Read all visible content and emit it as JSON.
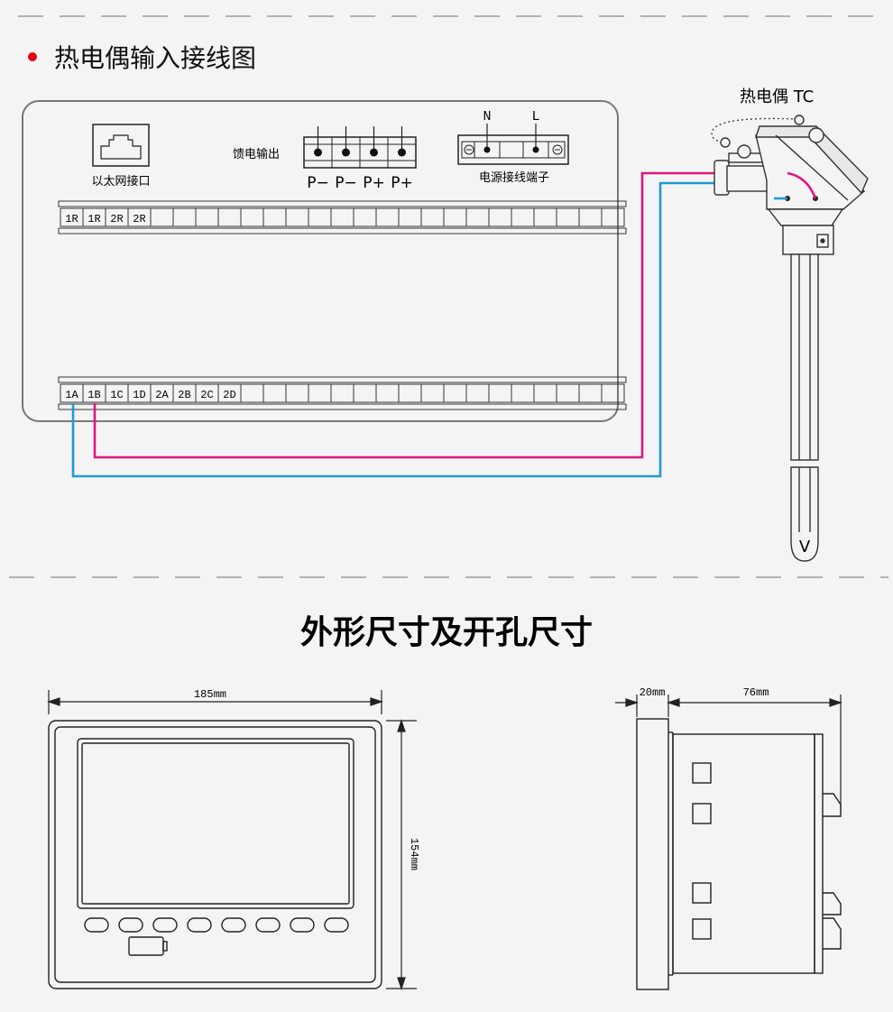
{
  "wiring_section": {
    "title": "热电偶输入接线图",
    "ethernet_label": "以太网接口",
    "feed_output_label": "馈电输出",
    "feed_terminals": [
      "P−",
      "P−",
      "P+",
      "P+"
    ],
    "power_label": "电源接线端子",
    "power_terminals": [
      "N",
      "L"
    ],
    "upper_terminals": [
      "1R",
      "1R",
      "2R",
      "2R",
      "",
      "",
      "",
      "",
      "",
      "",
      "",
      "",
      "",
      "",
      "",
      "",
      "",
      "",
      "",
      "",
      "",
      "",
      "",
      "",
      ""
    ],
    "lower_terminals": [
      "1A",
      "1B",
      "1C",
      "1D",
      "2A",
      "2B",
      "2C",
      "2D",
      "",
      "",
      "",
      "",
      "",
      "",
      "",
      "",
      "",
      "",
      "",
      "",
      "",
      "",
      "",
      "",
      ""
    ],
    "thermocouple_label": "热电偶 TC",
    "probe_tip_label": "V",
    "wire_colors": {
      "pink": "#e0177f",
      "blue": "#1f9ad6"
    },
    "accent_color": "#e60012"
  },
  "dimension_section": {
    "title": "外形尺寸及开孔尺寸",
    "front_width": "185mm",
    "front_height": "154mm",
    "side_depth_front": "20mm",
    "side_depth_body": "76mm",
    "front_button_count": 8
  }
}
